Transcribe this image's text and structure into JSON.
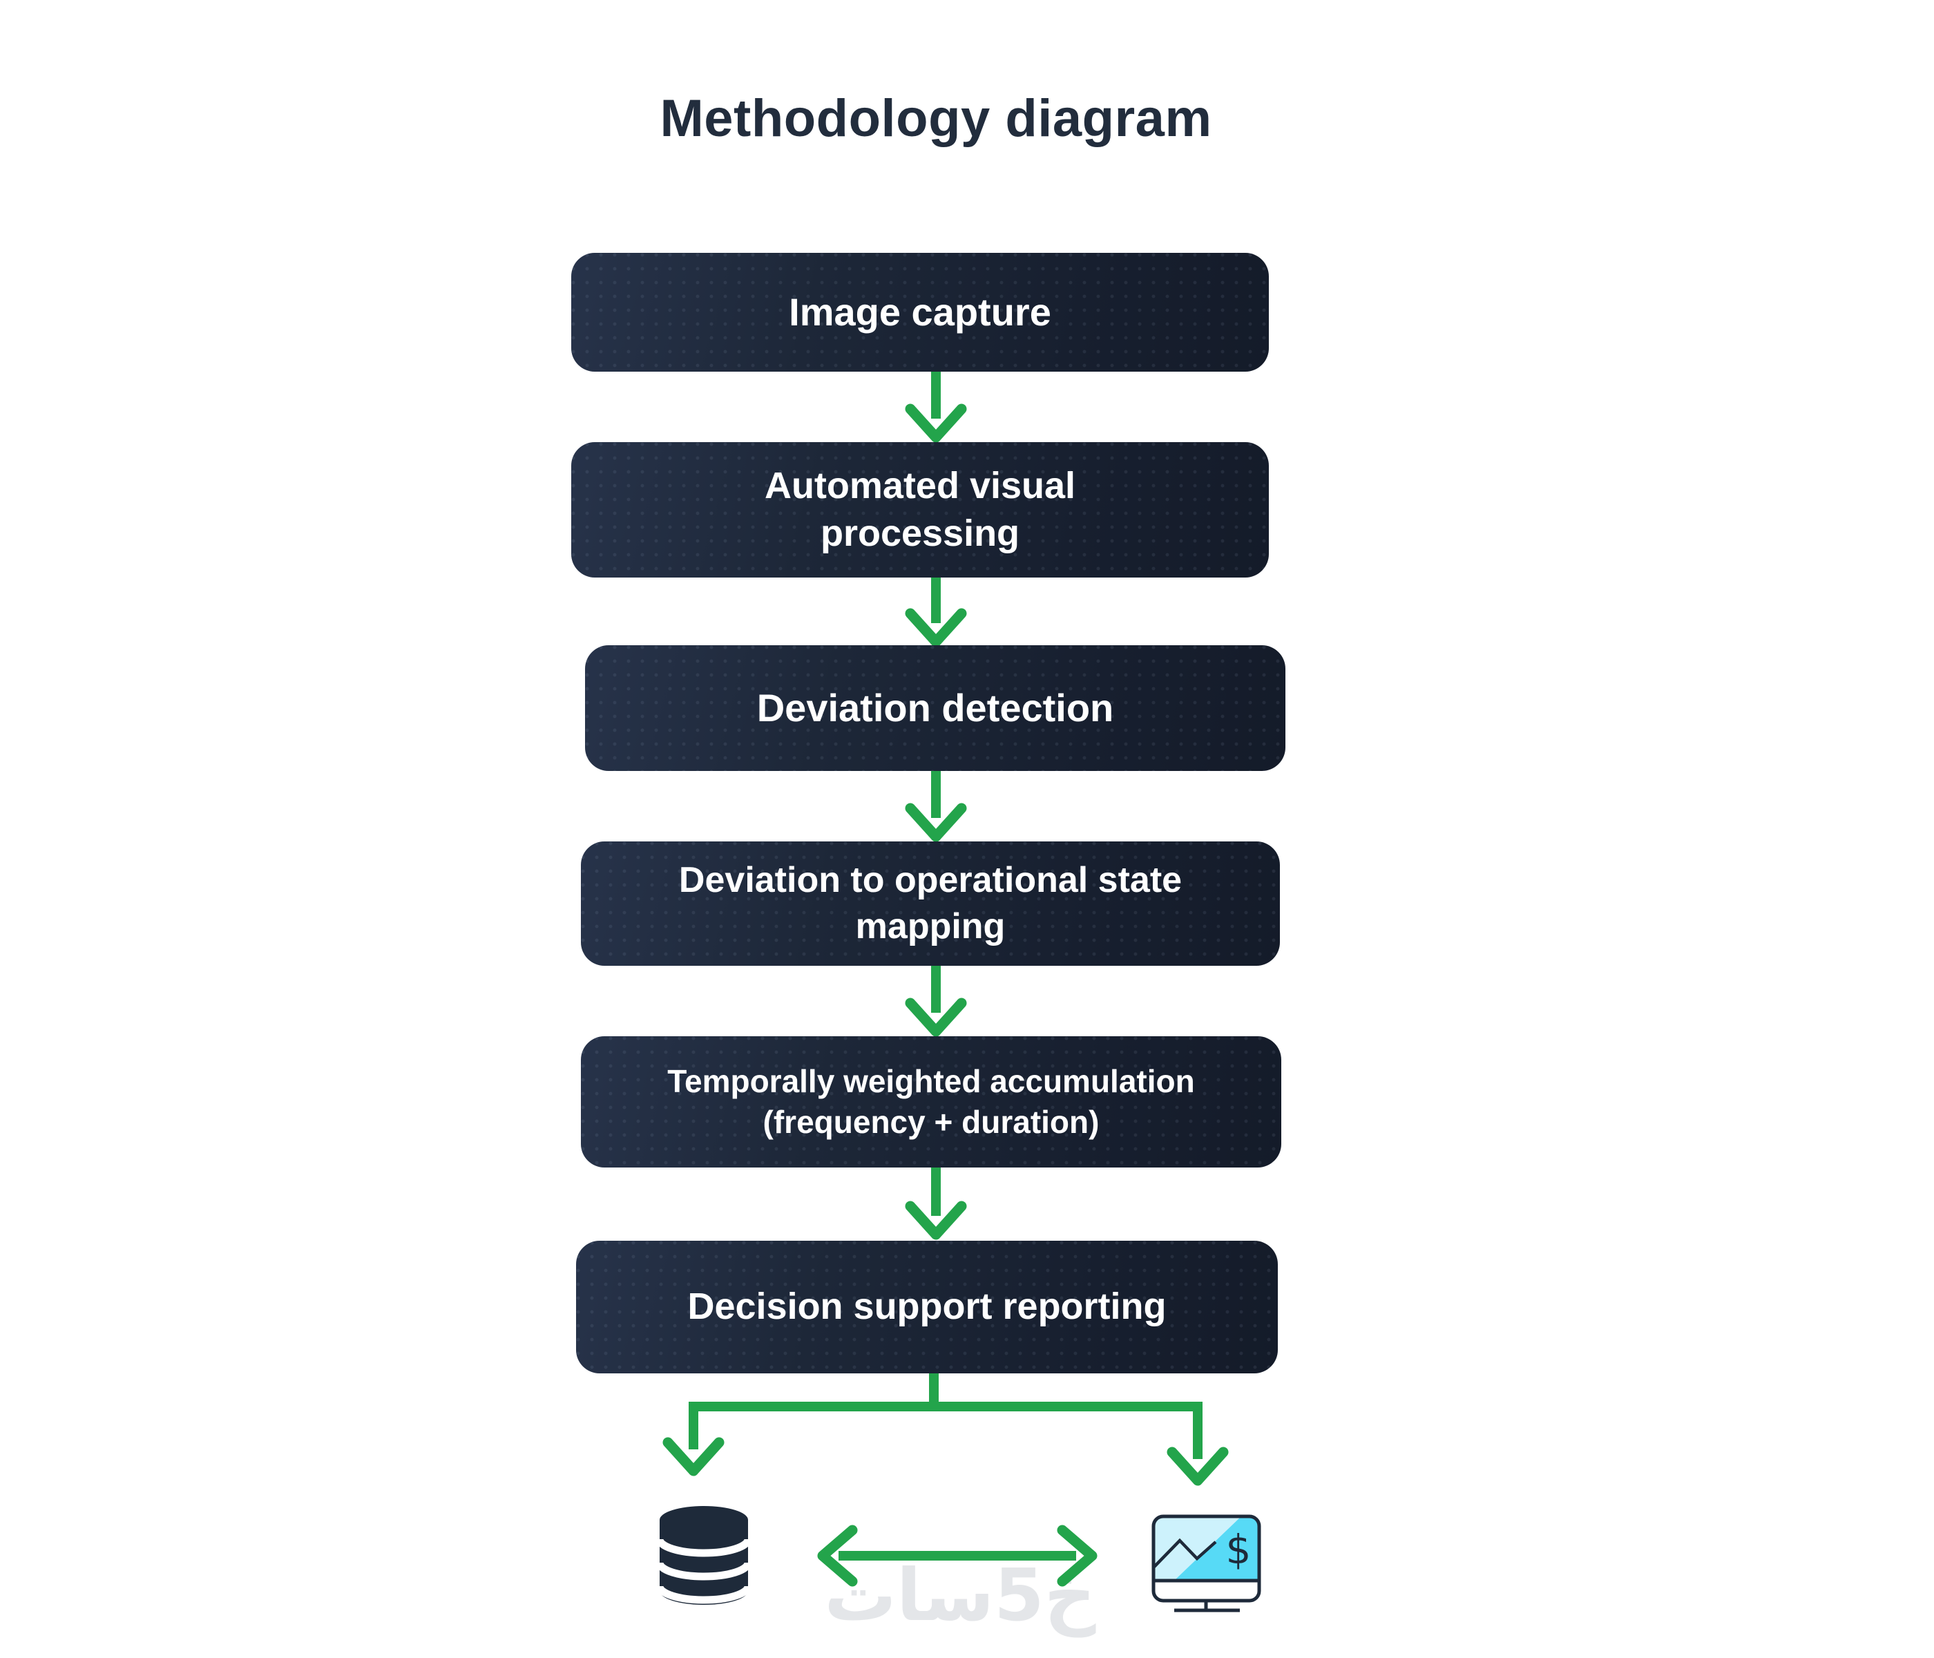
{
  "title": "Methodology diagram",
  "steps": [
    {
      "label": "Image capture"
    },
    {
      "label": "Automated visual\nprocessing"
    },
    {
      "label": "Deviation detection"
    },
    {
      "label": "Deviation to operational state\nmapping"
    },
    {
      "label": "Temporally weighted accumulation\n(frequency + duration)"
    },
    {
      "label": "Decision support reporting"
    }
  ],
  "outputs": {
    "left_icon": "database-icon",
    "right_icon": "finance-dashboard-monitor-icon",
    "dollar_symbol": "$"
  },
  "watermark": {
    "text": "خ5سات"
  },
  "colors": {
    "arrow_green": "#23a44b",
    "box_navy_dark": "#141b29",
    "box_navy_light": "#27334a",
    "title_navy": "#222d3d",
    "icon_outline_navy": "#1e2a3a",
    "screen_cyan_light": "#cdf2fc",
    "screen_cyan_bright": "#57daf6",
    "watermark_gray": "#e4e6e9",
    "background": "#ffffff"
  }
}
